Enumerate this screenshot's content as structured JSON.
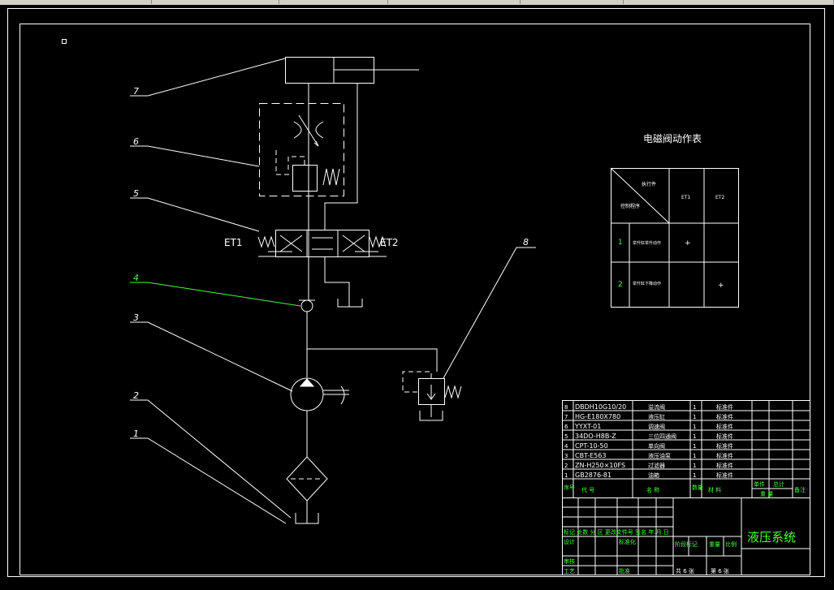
{
  "window": {
    "toolbar_segments": 6
  },
  "drawing": {
    "callouts": [
      "7",
      "6",
      "5",
      "4",
      "3",
      "2",
      "1",
      "8"
    ],
    "coil_labels": {
      "left": "ET1",
      "right": "ET2"
    },
    "table": {
      "title": "电磁阀动作表",
      "header_exec": "执行件",
      "header_ctrl": "控制程序",
      "col1": "ET1",
      "col2": "ET2",
      "rows": [
        {
          "no": "1",
          "action": "举升缸举升动作",
          "et1": "+",
          "et2": ""
        },
        {
          "no": "2",
          "action": "举升缸下降动作",
          "et1": "",
          "et2": "+"
        }
      ]
    },
    "bom": {
      "rows": [
        {
          "no": "8",
          "code": "DBDH10G10/20",
          "name": "溢流阀",
          "qty": "1",
          "note": "标准件"
        },
        {
          "no": "7",
          "code": "HG-E180X780",
          "name": "液压缸",
          "qty": "1",
          "note": "标准件"
        },
        {
          "no": "6",
          "code": "YYXT-01",
          "name": "调速阀",
          "qty": "1",
          "note": "标准件"
        },
        {
          "no": "5",
          "code": "34DO-H8B-Z",
          "name": "三位四通阀",
          "qty": "1",
          "note": "标准件"
        },
        {
          "no": "4",
          "code": "CPT-10-50",
          "name": "单向阀",
          "qty": "1",
          "note": "标准件"
        },
        {
          "no": "3",
          "code": "CBT-E563",
          "name": "液压油泵",
          "qty": "1",
          "note": "标准件"
        },
        {
          "no": "2",
          "code": "ZN-H250×10FS",
          "name": "过滤器",
          "qty": "1",
          "note": "标准件"
        },
        {
          "no": "1",
          "code": "GB2876-81",
          "name": "油箱",
          "qty": "1",
          "note": "标准件"
        }
      ],
      "header": {
        "no": "序号",
        "code": "代 号",
        "name": "名 称",
        "qty": "数量",
        "material": "材 料",
        "single": "单件",
        "total": "总计",
        "weight": "重 量",
        "remark": "备注"
      }
    },
    "title_block": {
      "title": "液压系统",
      "mark_row": "标记 处数 分 区 更改文件号 签名 年.月.日",
      "design": "设计",
      "standard": "标准化",
      "stage_mark": "阶段标记",
      "weight": "重量",
      "scale": "比例",
      "review": "审核",
      "process": "工艺",
      "approve": "批准",
      "sheets": "共 6 张",
      "sheet_no": "第 6 张"
    }
  }
}
